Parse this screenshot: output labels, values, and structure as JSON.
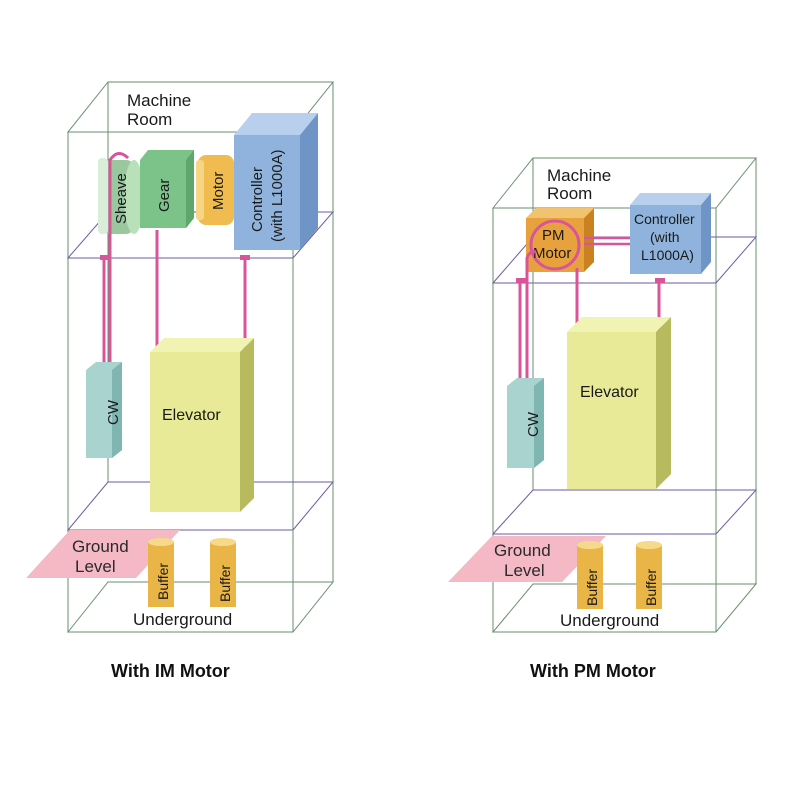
{
  "left": {
    "machine_room": [
      "Machine",
      "Room"
    ],
    "sheave": "Sheave",
    "gear": "Gear",
    "motor": "Motor",
    "controller": [
      "Controller",
      "(with L1000A)"
    ],
    "cw": "CW",
    "elevator": "Elevator",
    "ground_level": [
      "Ground",
      "Level"
    ],
    "buffer": "Buffer",
    "underground": "Underground",
    "caption": "With IM Motor"
  },
  "right": {
    "machine_room": [
      "Machine",
      "Room"
    ],
    "pm_motor": [
      "PM",
      "Motor"
    ],
    "controller": [
      "Controller",
      "(with",
      "L1000A)"
    ],
    "cw": "CW",
    "elevator": "Elevator",
    "ground_level": [
      "Ground",
      "Level"
    ],
    "buffer": "Buffer",
    "underground": "Underground",
    "caption": "With PM Motor"
  },
  "colors": {
    "rope": "#d9559a",
    "controller": "#8fb3dc",
    "elevator": "#e8ea97",
    "counterweight": "#a8d3cf",
    "gear": "#8fd19a",
    "motor": "#f0bc50",
    "pm_motor": "#e8a23d",
    "ground": "#f4b9c4",
    "buffer": "#e9b547"
  }
}
